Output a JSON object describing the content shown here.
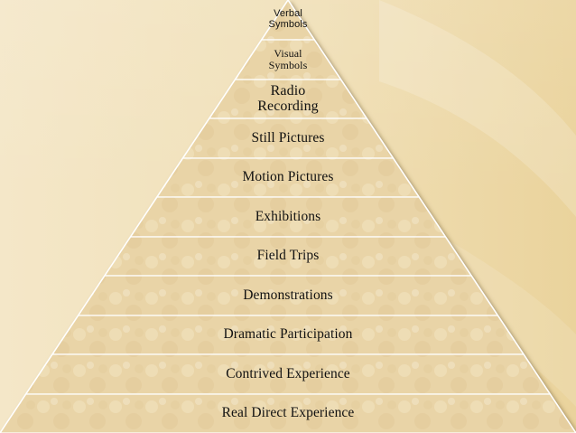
{
  "diagram": {
    "tiers": [
      {
        "label": "Verbal\nSymbols"
      },
      {
        "label": "Visual\nSymbols"
      },
      {
        "label": "Radio\nRecording"
      },
      {
        "label": "Still Pictures"
      },
      {
        "label": "Motion Pictures"
      },
      {
        "label": "Exhibitions"
      },
      {
        "label": "Field Trips"
      },
      {
        "label": "Demonstrations"
      },
      {
        "label": "Dramatic Participation"
      },
      {
        "label": "Contrived Experience"
      },
      {
        "label": "Real Direct Experience"
      }
    ]
  },
  "colors": {
    "tier_fill": "#e8d3a6",
    "tier_fill_light": "#f0e2bf",
    "outline": "#ffffff",
    "shadow": "#6e5a33",
    "background": "#f1e2bd"
  }
}
